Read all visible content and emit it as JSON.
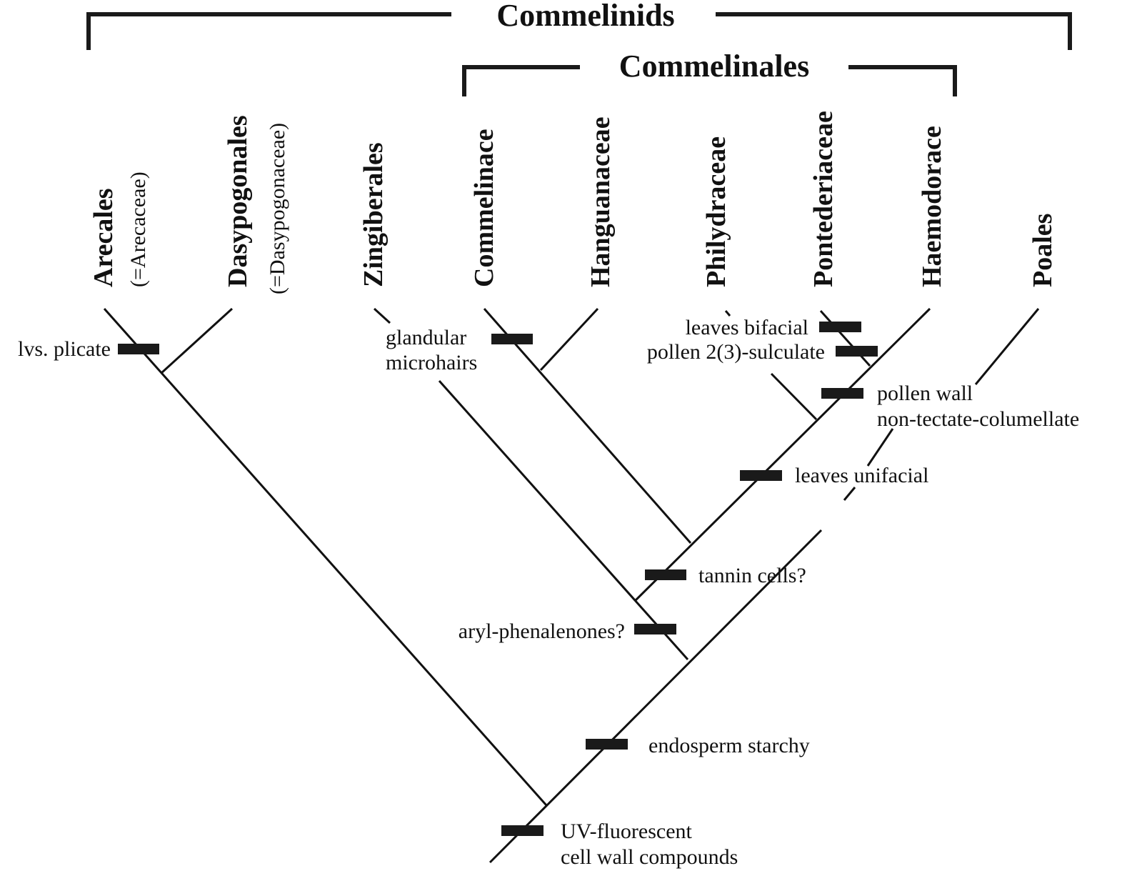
{
  "diagram": {
    "type": "cladogram",
    "clades": {
      "outer": "Commelinids",
      "inner": "Commelinales"
    },
    "taxa": [
      {
        "id": "arecales",
        "name": "Arecales",
        "note": "(=Arecaceae)"
      },
      {
        "id": "dasypogonales",
        "name": "Dasypogonales",
        "note": "(=Dasypogonaceae)"
      },
      {
        "id": "zingiberales",
        "name": "Zingiberales",
        "note": ""
      },
      {
        "id": "commelinace",
        "name": "Commelinace",
        "note": ""
      },
      {
        "id": "hanguanaceae",
        "name": "Hanguanaceae",
        "note": ""
      },
      {
        "id": "philydraceae",
        "name": "Philydraceae",
        "note": ""
      },
      {
        "id": "pontederiaceae",
        "name": "Pontederiaceae",
        "note": ""
      },
      {
        "id": "haemodorace",
        "name": "Haemodorace",
        "note": ""
      },
      {
        "id": "poales",
        "name": "Poales",
        "note": ""
      }
    ],
    "characters": [
      {
        "id": "lvs-plicate",
        "lines": [
          "lvs. plicate"
        ],
        "branch": "Arecales"
      },
      {
        "id": "glandular-microhairs",
        "lines": [
          "glandular",
          "microhairs"
        ],
        "branch": "Commelinace"
      },
      {
        "id": "leaves-bifacial",
        "lines": [
          "leaves bifacial"
        ],
        "branch": "Pontederiaceae"
      },
      {
        "id": "pollen-sulculate",
        "lines": [
          "pollen 2(3)-sulculate"
        ],
        "branch": "Pontederiaceae"
      },
      {
        "id": "pollen-wall",
        "lines": [
          "pollen wall",
          "non-tectate-columellate"
        ],
        "branch": "Pontederiaceae + Haemodorace"
      },
      {
        "id": "leaves-unifacial",
        "lines": [
          "leaves unifacial"
        ],
        "branch": "Philydraceae + Pontederiaceae + Haemodorace"
      },
      {
        "id": "tannin-cells",
        "lines": [
          "tannin cells?"
        ],
        "branch": "Commelinales"
      },
      {
        "id": "aryl-phenalenones",
        "lines": [
          "aryl-phenalenones?"
        ],
        "branch": "Commelinales + Zingiberales"
      },
      {
        "id": "endosperm-starchy",
        "lines": [
          "endosperm starchy"
        ],
        "branch": "Commelinales + Zingiberales + Poales"
      },
      {
        "id": "uv-fluorescent",
        "lines": [
          "UV-fluorescent",
          "cell wall compounds"
        ],
        "branch": "Commelinids"
      }
    ]
  }
}
